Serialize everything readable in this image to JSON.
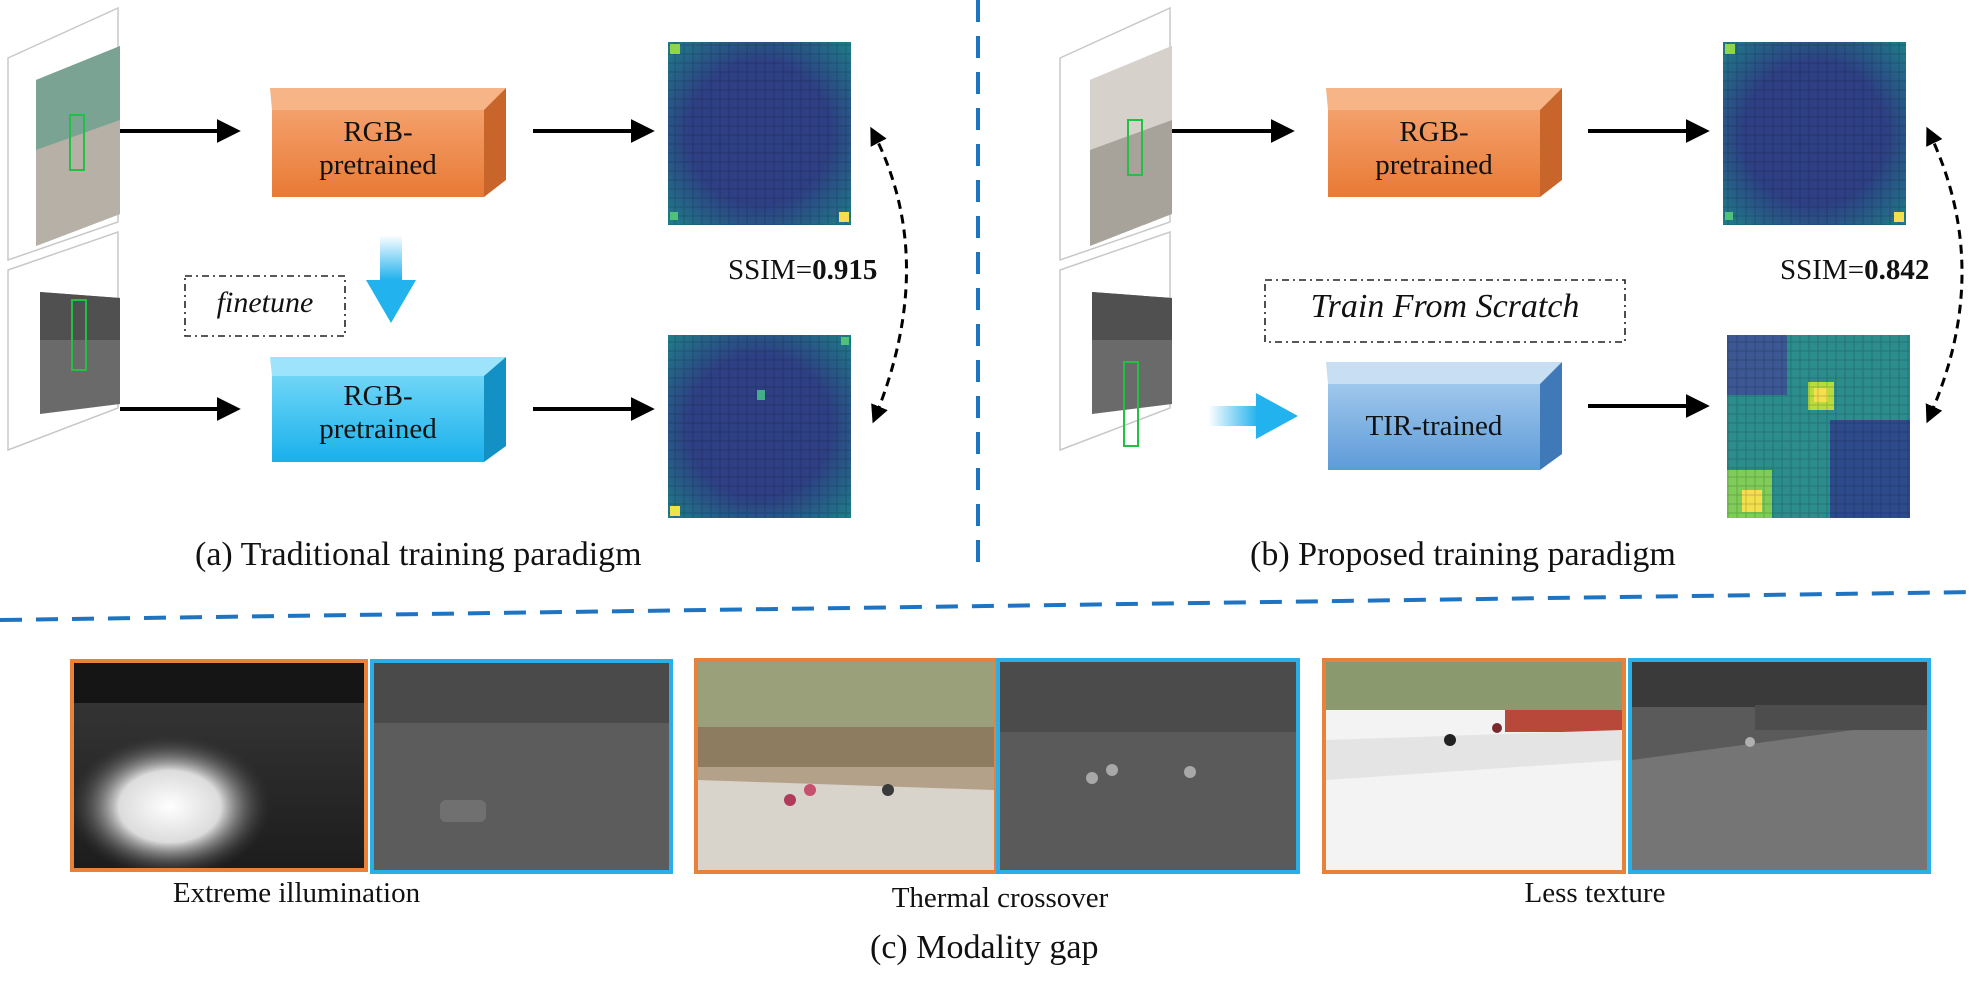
{
  "colors": {
    "rgb_frame": "#e8823a",
    "tir_frame": "#29aee8",
    "divider": "#1f74c2",
    "arrow": "#000000",
    "cube_orange": "#f0935a",
    "cube_blue": "#3cc1f0",
    "cube_tir": "#74aee0",
    "heatmap_dark": "#2d2f7a",
    "heatmap_hot": "#f4e04d"
  },
  "panel_a": {
    "caption": "(a) Traditional training paradigm",
    "top_box": "RGB-\npretrained",
    "bottom_box": "RGB-\npretrained",
    "note": "finetune",
    "ssim_prefix": "SSIM=",
    "ssim_value": "0.915"
  },
  "panel_b": {
    "caption": "(b) Proposed training paradigm",
    "top_box": "RGB-\npretrained",
    "bottom_box": "TIR-trained",
    "note": "Train From Scratch",
    "ssim_prefix": "SSIM=",
    "ssim_value": "0.842"
  },
  "panel_c": {
    "caption": "(c) Modality gap",
    "pairs": [
      {
        "label": "Extreme illumination"
      },
      {
        "label": "Thermal crossover"
      },
      {
        "label": "Less texture"
      }
    ]
  },
  "icons": [
    "right-arrow-icon",
    "down-arrow-icon",
    "double-headed-dashed-arrow-icon"
  ]
}
